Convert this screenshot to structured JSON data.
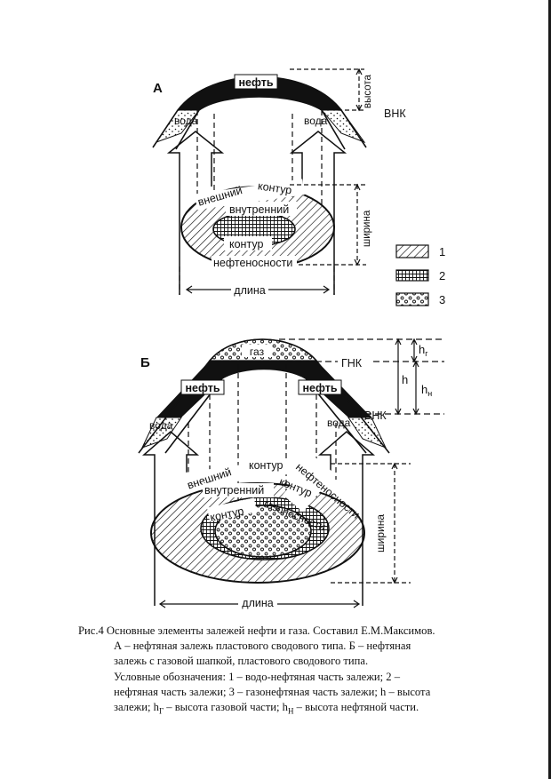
{
  "panel_a": {
    "letter": "А",
    "oil": "нефть",
    "water_left": "вода",
    "water_right": "вода",
    "owc": "ВНК",
    "height": "высота",
    "outer_1": "внешний",
    "outer_2": "контур",
    "inner": "внутренний",
    "contour": "контур",
    "oil_bearing": "нефтеносности",
    "width": "ширина",
    "length": "длина"
  },
  "legend": [
    {
      "num": "1"
    },
    {
      "num": "2"
    },
    {
      "num": "3"
    }
  ],
  "panel_b": {
    "letter": "Б",
    "gas": "газ",
    "oil_left": "нефть",
    "oil_right": "нефть",
    "water_left": "вода",
    "water_right": "вода",
    "goc": "ГНК",
    "owc": "ВНК",
    "h": "h",
    "hg": "h",
    "hg_sub": "г",
    "hn": "h",
    "hn_sub": "н",
    "outer_1": "внешний",
    "outer_2": "контур",
    "oil_bearing_1": "нефтеносности",
    "inner": "внутренний",
    "contour_1": "контур",
    "contour_2": "контур",
    "gas_bearing": "газоносности",
    "width": "ширина",
    "length": "длина"
  },
  "caption": {
    "line1": "Рис.4 Основные элементы залежей нефти и газа. Составил Е.М.Максимов.",
    "line2": "А – нефтяная залежь пластового сводового типа. Б – нефтяная",
    "line3": "залежь с газовой шапкой, пластового сводового типа.",
    "line4": "Условные обозначения: 1 – водо-нефтяная часть залежи; 2 –",
    "line5": "нефтяная часть залежи; 3 – газонефтяная часть залежи; h – высота",
    "line6_a": "залежи; h",
    "line6_sub1": "Г",
    "line6_b": " – высота газовой части; h",
    "line6_sub2": "Н",
    "line6_c": " – высота нефтяной части."
  }
}
